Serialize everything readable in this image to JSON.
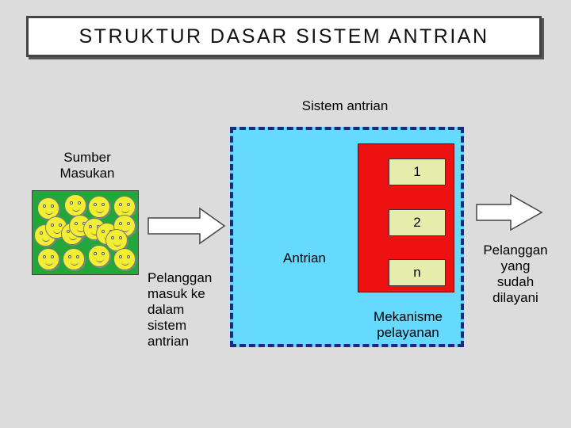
{
  "title": "STRUKTUR DASAR SISTEM ANTRIAN",
  "labels": {
    "system": "Sistem antrian",
    "source_line1": "Sumber",
    "source_line2": "Masukan",
    "queue": "Antrian",
    "mechanism_line1": "Mekanisme",
    "mechanism_line2": "pelayanan",
    "incoming": [
      "Pelanggan",
      "masuk ke",
      "dalam",
      "sistem",
      "antrian"
    ],
    "served": [
      "Pelanggan",
      "yang",
      "sudah",
      "dilayani"
    ]
  },
  "servers": [
    "1",
    "2",
    "n"
  ],
  "colors": {
    "system_fill": "#66d9ff",
    "system_border": "#1c2a7a",
    "service_fill": "#ee1111",
    "server_fill": "#e6ecaa",
    "source_fill": "#22a83a",
    "face_fill": "#f2ee33"
  },
  "icons": {
    "customer": "smiley-face-icon",
    "flow": "right-arrow-icon"
  }
}
